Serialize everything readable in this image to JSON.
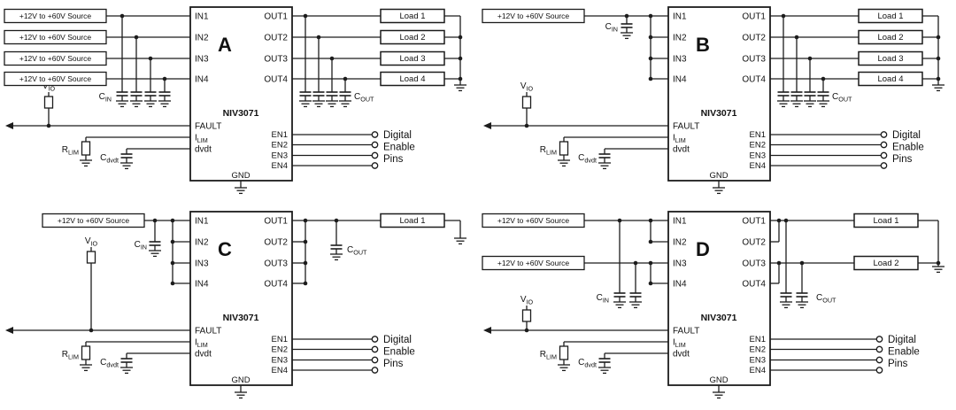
{
  "figure": {
    "description": "NIV3071 quad high-side switch application configurations",
    "panel_letters": [
      "A",
      "B",
      "C",
      "D"
    ]
  },
  "colors": {
    "wire": "#1c1c1c",
    "panel_letter": "#ff0000",
    "part_number": "#5b9bd5",
    "box_fill": "#ffffff"
  },
  "ic": {
    "part_number": "NIV3071",
    "input_pins": [
      "IN1",
      "IN2",
      "IN3",
      "IN4"
    ],
    "output_pins": [
      "OUT1",
      "OUT2",
      "OUT3",
      "OUT4"
    ],
    "enable_pins": [
      "EN1",
      "EN2",
      "EN3",
      "EN4"
    ],
    "fault_pin": "FAULT",
    "ilim_pin": {
      "base": "I",
      "sub": "LIM"
    },
    "dvdt_pin": "dvdt",
    "ground_pin": "GND"
  },
  "labels": {
    "source": "+12V to +60V Source",
    "vio": {
      "base": "V",
      "sub": "IO"
    },
    "cin": {
      "base": "C",
      "sub": "IN"
    },
    "cout": {
      "base": "C",
      "sub": "OUT"
    },
    "rlim": {
      "base": "R",
      "sub": "LIM"
    },
    "cdvdt": {
      "base": "C",
      "sub": "dvdt"
    },
    "enable_note": [
      "Digital",
      "Enable",
      "Pins"
    ]
  },
  "panels": [
    {
      "id": "A",
      "input_mode": "per-channel",
      "output_mode": "per-channel",
      "sources": [
        "+12V to +60V Source",
        "+12V to +60V Source",
        "+12V to +60V Source",
        "+12V to +60V Source"
      ],
      "loads": [
        "Load 1",
        "Load 2",
        "Load 3",
        "Load 4"
      ]
    },
    {
      "id": "B",
      "input_mode": "bussed",
      "output_mode": "per-channel",
      "sources": [
        "+12V to +60V Source"
      ],
      "loads": [
        "Load 1",
        "Load 2",
        "Load 3",
        "Load 4"
      ]
    },
    {
      "id": "C",
      "input_mode": "bussed",
      "output_mode": "bussed",
      "sources": [
        "+12V to +60V Source"
      ],
      "loads": [
        "Load 1"
      ]
    },
    {
      "id": "D",
      "input_mode": "paired",
      "output_mode": "paired",
      "sources": [
        "+12V to +60V Source",
        "+12V to +60V Source"
      ],
      "loads": [
        "Load 1",
        "Load 2"
      ]
    }
  ]
}
